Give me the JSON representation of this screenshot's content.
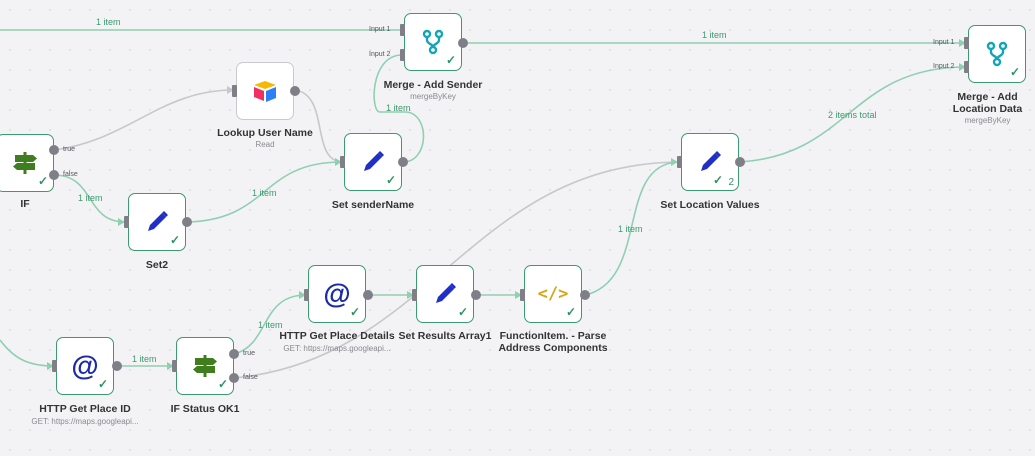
{
  "nodes": {
    "if": {
      "label": "IF",
      "icon": "signpost-icon",
      "true": "true",
      "false": "false"
    },
    "set2": {
      "label": "Set2",
      "icon": "pencil-icon"
    },
    "lookup": {
      "label": "Lookup User Name",
      "sub": "Read",
      "icon": "airtable-icon"
    },
    "setSender": {
      "label": "Set senderName",
      "icon": "pencil-icon"
    },
    "mergeSender": {
      "label": "Merge - Add Sender",
      "sub": "mergeByKey",
      "icon": "merge-icon",
      "in1": "Input 1",
      "in2": "Input 2"
    },
    "mergeLoc": {
      "label": "Merge - Add Location Data",
      "sub": "mergeByKey",
      "icon": "merge-icon",
      "in1": "Input 1",
      "in2": "Input 2"
    },
    "setLoc": {
      "label": "Set Location Values",
      "icon": "pencil-icon",
      "count": "2"
    },
    "httpDetails": {
      "label": "HTTP Get Place Details",
      "sub": "GET: https://maps.googleapi...",
      "icon": "at-icon"
    },
    "setResults": {
      "label": "Set Results Array1",
      "icon": "pencil-icon"
    },
    "function": {
      "label": "FunctionItem. - Parse Address Components",
      "icon": "code-icon"
    },
    "httpId": {
      "label": "HTTP Get Place ID",
      "sub": "GET: https://maps.googleapi...",
      "icon": "at-icon"
    },
    "ifStatus": {
      "label": "IF Status OK1",
      "icon": "signpost-icon",
      "true": "true",
      "false": "false"
    }
  },
  "edges": {
    "top": "1 item",
    "mergeToLoc": "1 item",
    "senderToMerge": "1 item",
    "ifToSet2": "1 item",
    "set2ToSender": "1 item",
    "totalToLoc": "2 items total",
    "funcToLoc": "1 item",
    "idToStatus": "1 item",
    "statusToDetails": "1 item"
  },
  "colors": {
    "edge": "#8fd0b1",
    "edgeGray": "#c8c8cc",
    "border": "#3c9a6f",
    "pencil": "#1f2fc8",
    "signpost": "#3f7d1f",
    "merge": "#12a6b5",
    "at": "#1a2aa8",
    "code": "#d8a518"
  }
}
